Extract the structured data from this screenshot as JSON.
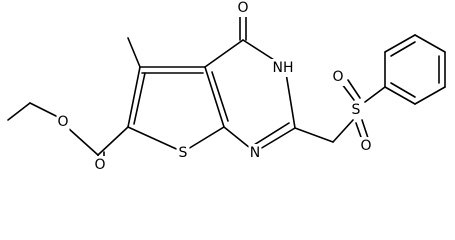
{
  "molecule": {
    "atoms": [
      {
        "id": "O_keto",
        "label": "O"
      },
      {
        "id": "NH",
        "label": "NH"
      },
      {
        "id": "N",
        "label": "N"
      },
      {
        "id": "S_ring",
        "label": "S"
      },
      {
        "id": "S_sulfonyl",
        "label": "S"
      },
      {
        "id": "O_s1",
        "label": "O"
      },
      {
        "id": "O_s2",
        "label": "O"
      },
      {
        "id": "O_ester_dbl",
        "label": "O"
      },
      {
        "id": "O_ester",
        "label": "O"
      }
    ]
  },
  "colors": {
    "bond": "#000000",
    "background": "#ffffff"
  }
}
